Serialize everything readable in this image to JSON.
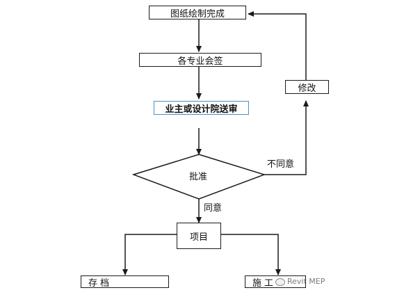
{
  "steps": {
    "drawing_complete": "图纸绘制完成",
    "countersign": "各专业会签",
    "submit_review": "业主或设计院送审",
    "approval": "批准",
    "revise": "修改",
    "project": "项目",
    "archive": "存档",
    "construction": "施工"
  },
  "edges": {
    "disagree": "不同意",
    "agree": "同意"
  },
  "watermark": {
    "text": "Revit MEP",
    "icon": "wechat-icon"
  },
  "colors": {
    "line": "#1a1a1a",
    "highlight_border": "#4a8fc4"
  }
}
